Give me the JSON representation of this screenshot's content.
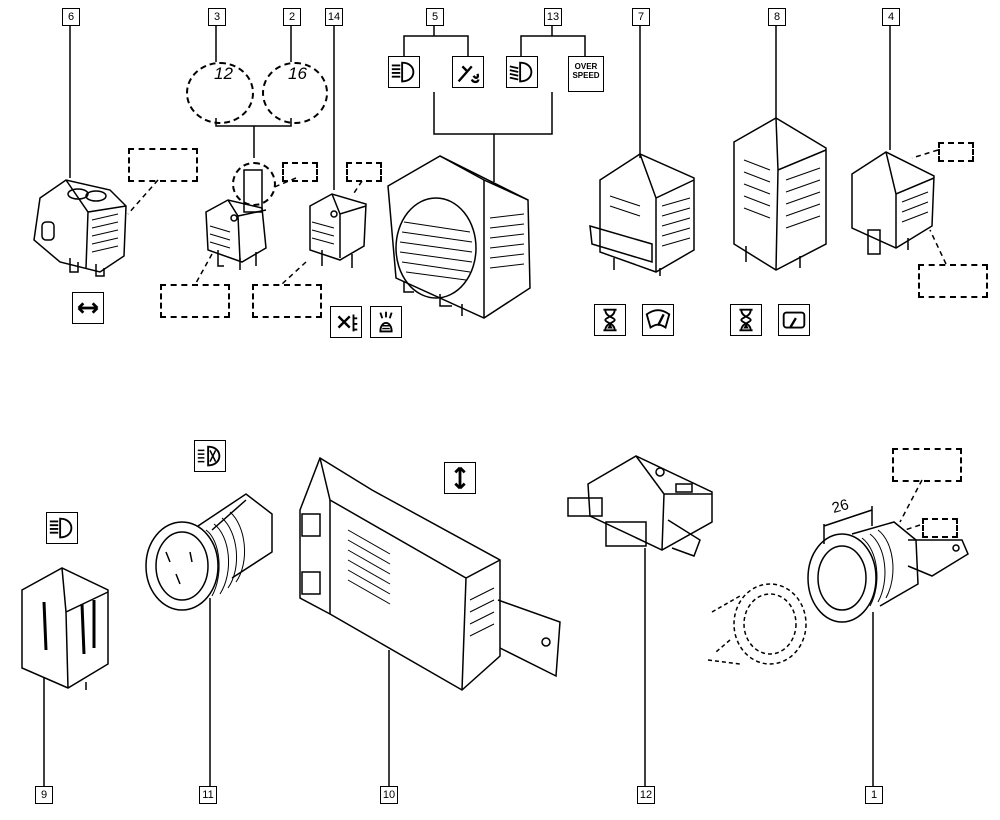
{
  "callouts": {
    "c6": "6",
    "c3": "3",
    "c2": "2",
    "c14": "14",
    "c5": "5",
    "c13": "13",
    "c7": "7",
    "c8": "8",
    "c4": "4",
    "c9": "9",
    "c11": "11",
    "c10": "10",
    "c12": "12",
    "c1": "1"
  },
  "labels": {
    "overspeed": "OVER SPEED",
    "rating_12": "12",
    "rating_16": "16",
    "dimension_26": "26"
  },
  "icons": [
    "horizontal-arrow-icon",
    "fan-heater-icon",
    "interior-light-icon",
    "headlamp-icon",
    "headlamp-wash-icon",
    "hourglass-timer-icon",
    "wiper-icon",
    "rear-wiper-icon",
    "dipped-beam-icon",
    "defrost-icon",
    "vertical-arrow-icon"
  ],
  "colors": {
    "line": "#000000",
    "background": "#ffffff"
  }
}
